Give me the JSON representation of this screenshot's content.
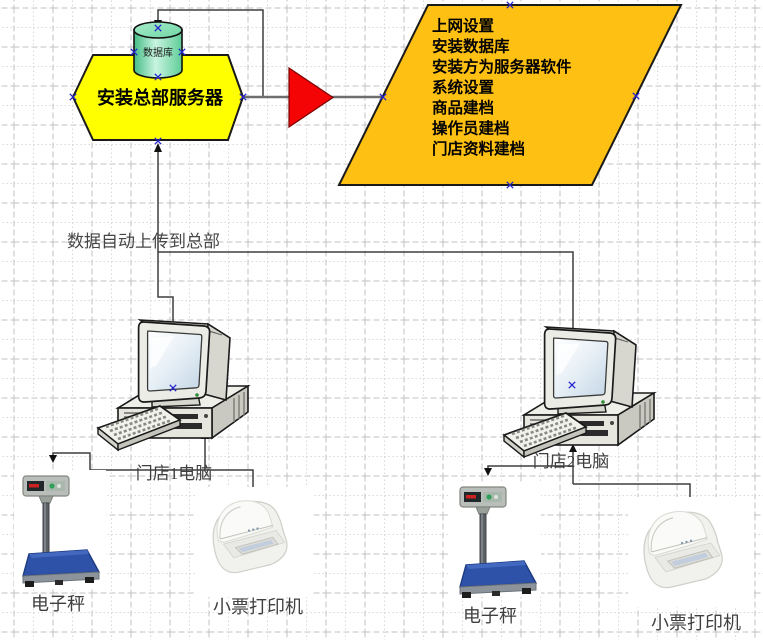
{
  "diagram": {
    "shapes": {
      "database": {
        "label": "数据库",
        "fill_light": "#c9f4e0",
        "fill_mid": "#7ddcab",
        "fill_dark": "#45bd85",
        "border": "#111111"
      },
      "hq_server": {
        "label": "安装总部服务器",
        "fill": "#ffff00",
        "border": "#1a1a1a"
      },
      "setup_tasks": {
        "fill": "#ffc014",
        "border": "#1a1a1a",
        "lines": [
          "上网设置",
          "安装数据库",
          "安装方为服务器软件",
          "系统设置",
          "商品建档",
          "操作员建档",
          "门店资料建档"
        ]
      },
      "flow_arrow": {
        "fill": "#f40404",
        "border": "#7a0000"
      }
    },
    "labels": {
      "upload_note": "数据自动上传到总部",
      "store1_pc": "门店1电脑",
      "store2_pc": "门店2电脑",
      "scale_left": "电子秤",
      "printer_left": "小票打印机",
      "scale_right": "电子秤",
      "printer_right": "小票打印机"
    },
    "colors": {
      "connector": "#3f3f3f",
      "thick_connector": "#6e6e6e",
      "connection_point": "#2424cc",
      "grid_major": "#c2c2c2",
      "grid_minor": "#d8d8d8",
      "scale_platform": "#2d52a8",
      "background": "#ffffff"
    }
  }
}
